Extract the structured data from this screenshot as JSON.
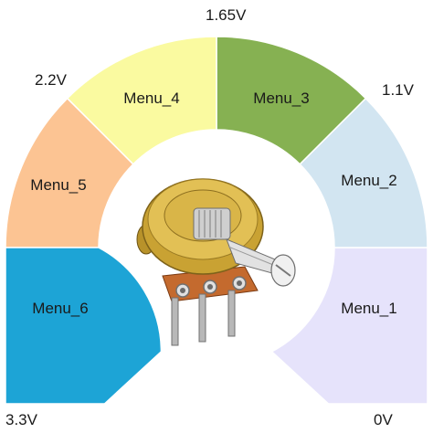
{
  "diagram": {
    "segments": [
      {
        "id": "menu_1",
        "label": "Menu_1",
        "color": "#e6e3fb"
      },
      {
        "id": "menu_2",
        "label": "Menu_2",
        "color": "#d2e5f1"
      },
      {
        "id": "menu_3",
        "label": "Menu_3",
        "color": "#86b152"
      },
      {
        "id": "menu_4",
        "label": "Menu_4",
        "color": "#fafaa0"
      },
      {
        "id": "menu_5",
        "label": "Menu_5",
        "color": "#fcc493"
      },
      {
        "id": "menu_6",
        "label": "Menu_6",
        "color": "#1da4d6"
      }
    ],
    "voltages": {
      "v0": "0V",
      "v1_1": "1.1V",
      "v1_65": "1.65V",
      "v2_2": "2.2V",
      "v3_3": "3.3V"
    },
    "potentiometer": {
      "icon": "potentiometer-icon",
      "body_color": "#c9a233",
      "board_color": "#c46a2e",
      "shaft_color": "#c0c0c0"
    }
  }
}
